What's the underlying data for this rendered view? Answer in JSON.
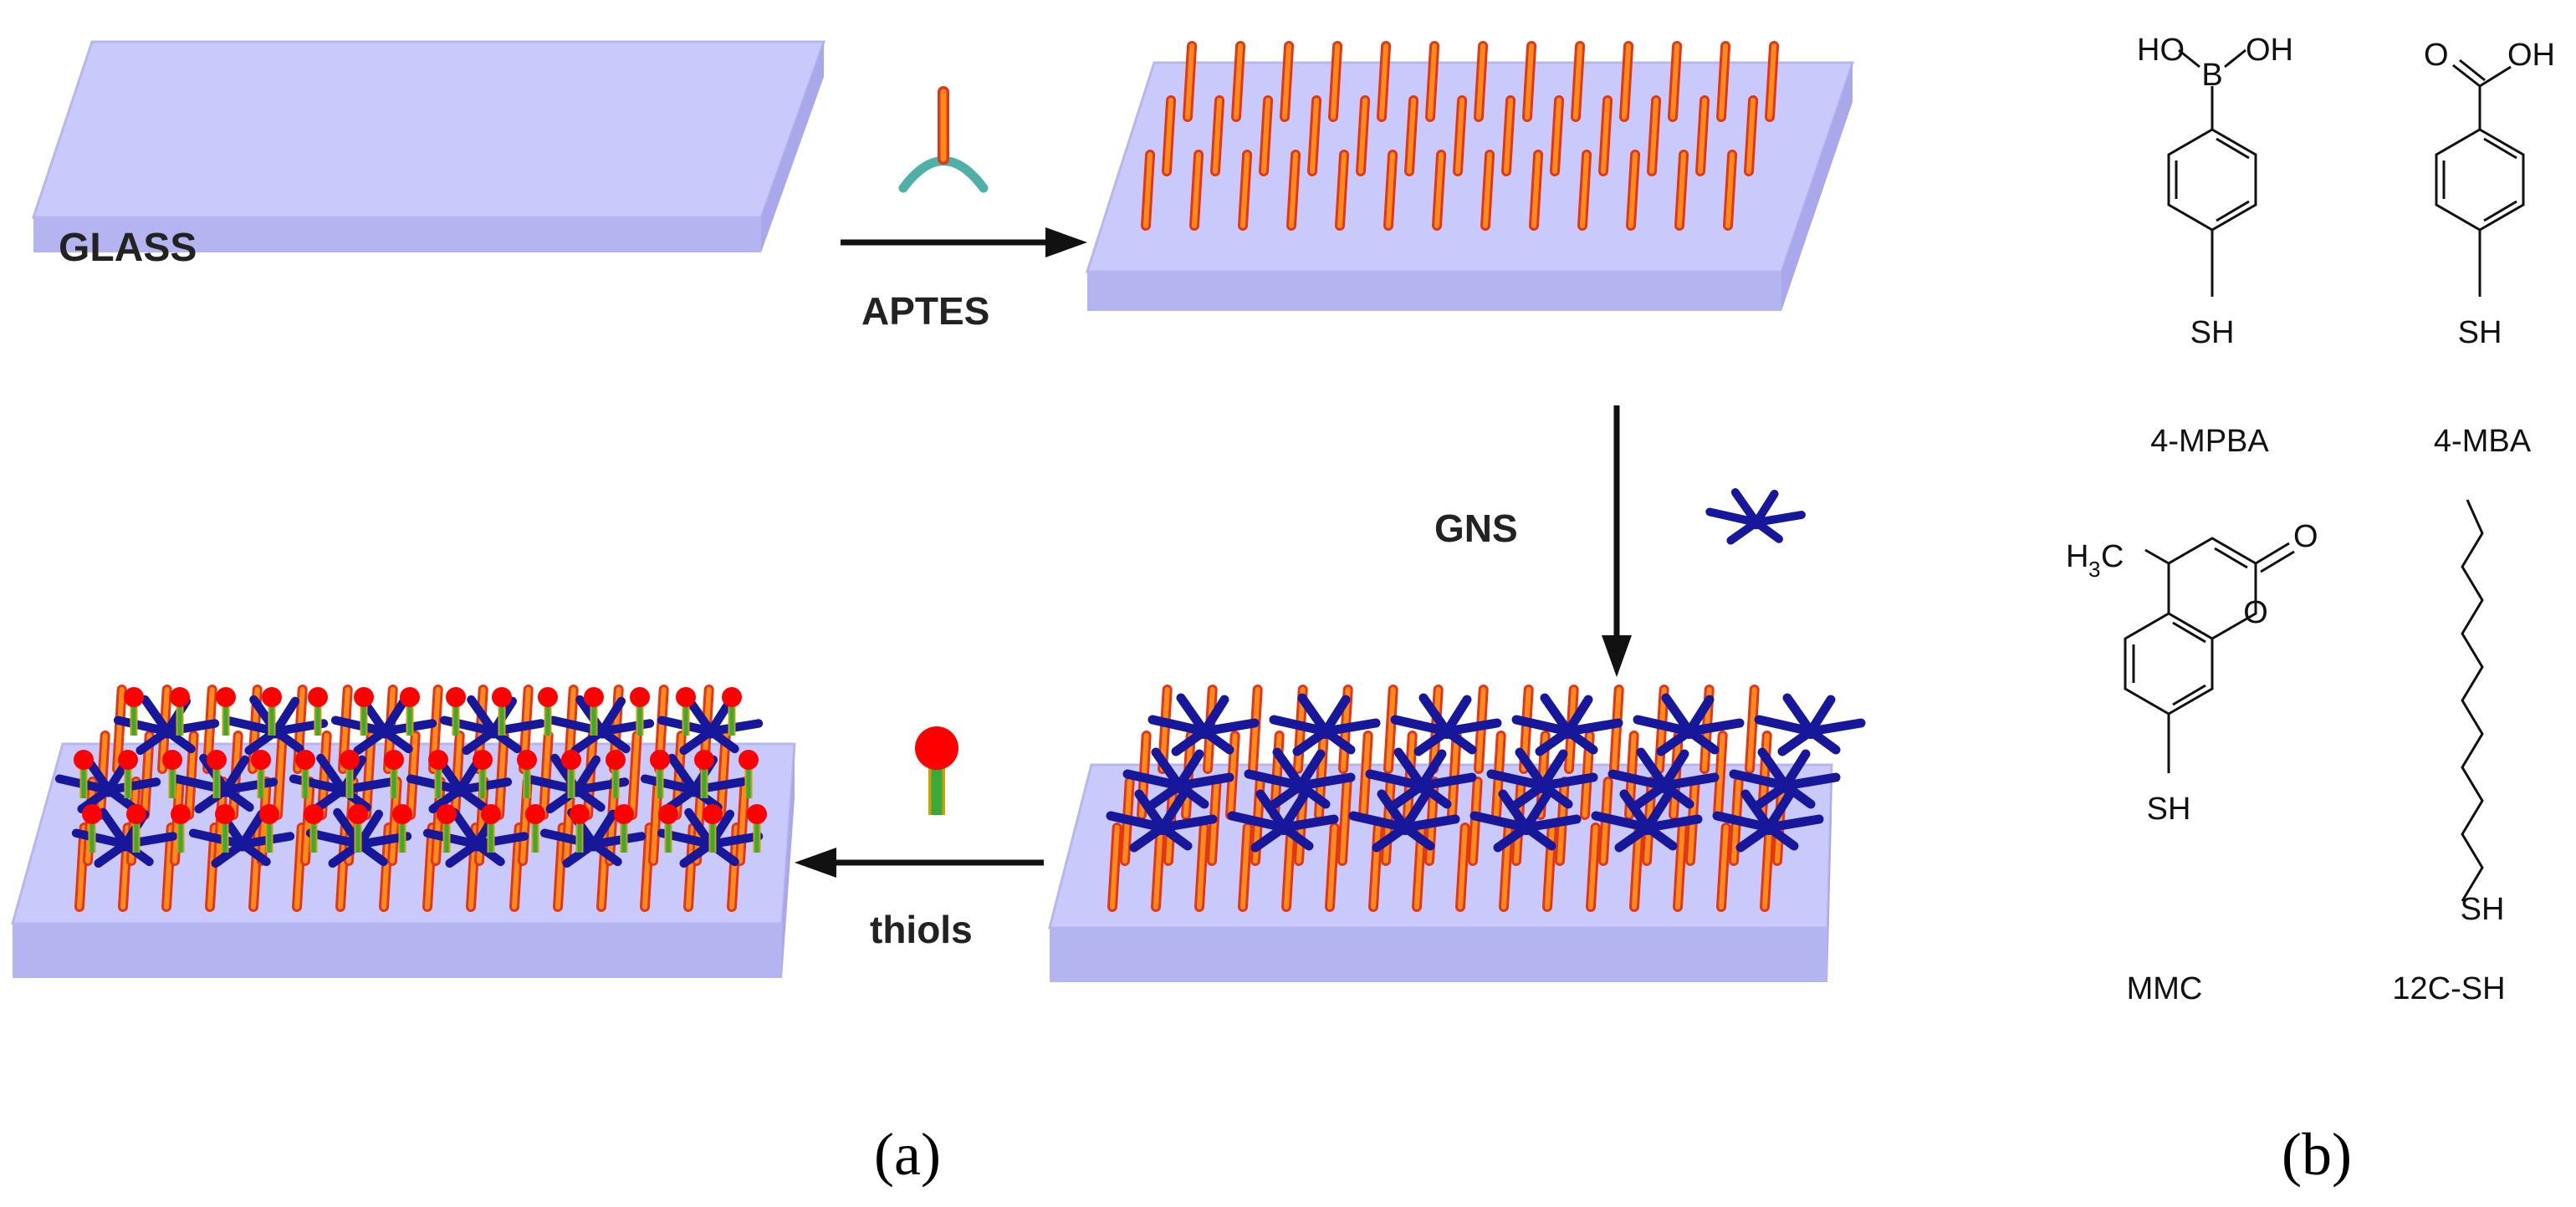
{
  "labels": {
    "glass": "GLASS",
    "aptes": "APTES",
    "gns": "GNS",
    "thiols": "thiols"
  },
  "panels": {
    "a": "(a)",
    "b": "(b)"
  },
  "molecules": [
    {
      "name": "4-MPBA",
      "atoms": {
        "ho": "HO",
        "b": "B",
        "oh": "OH",
        "sh": "SH"
      }
    },
    {
      "name": "4-MBA",
      "atoms": {
        "o": "O",
        "oh": "OH",
        "sh": "SH"
      }
    },
    {
      "name": "MMC",
      "atoms": {
        "h3c": "H",
        "sub3": "3",
        "c": "C",
        "o_carbonyl": "O",
        "o_ring": "O",
        "sh": "SH"
      }
    },
    {
      "name": "12C-SH",
      "atoms": {
        "sh": "SH"
      }
    }
  ],
  "colors": {
    "slab_top": "#c9c9fb",
    "slab_front": "#b4b4f0",
    "slab_side": "#a8a8ea",
    "rod_core": "#ff8c1a",
    "rod_edge": "#e2361a",
    "star": "#17179c",
    "thiol_head": "#ff0000",
    "thiol_stem": "#3aa83a",
    "aptes_arc": "#4fb0a8",
    "arrow": "#111111"
  }
}
